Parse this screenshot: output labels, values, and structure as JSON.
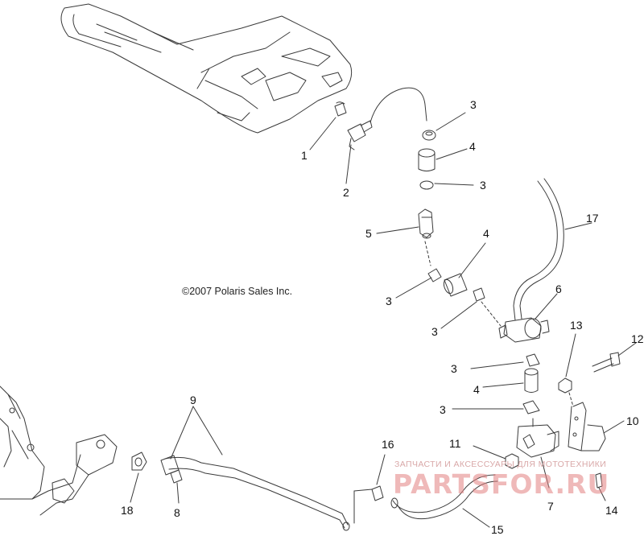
{
  "copyright": "©2007 Polaris Sales Inc.",
  "watermark": {
    "tagline": "ЗАПЧАСТИ И АКСЕССУАРЫ ДЛЯ МОТОТЕХНИКИ",
    "brand": "PARTSFOR.RU"
  },
  "callouts": {
    "c1": "1",
    "c2": "2",
    "c3a": "3",
    "c3b": "3",
    "c3c": "3",
    "c3d": "3",
    "c3e": "3",
    "c3f": "3",
    "c4a": "4",
    "c4b": "4",
    "c4c": "4",
    "c5": "5",
    "c6": "6",
    "c7": "7",
    "c8": "8",
    "c9": "9",
    "c10": "10",
    "c11": "11",
    "c12": "12",
    "c13": "13",
    "c14": "14",
    "c15": "15",
    "c16": "16",
    "c17": "17",
    "c18": "18"
  },
  "colors": {
    "line": "#3a3a3a",
    "watermark": "#e08080"
  }
}
